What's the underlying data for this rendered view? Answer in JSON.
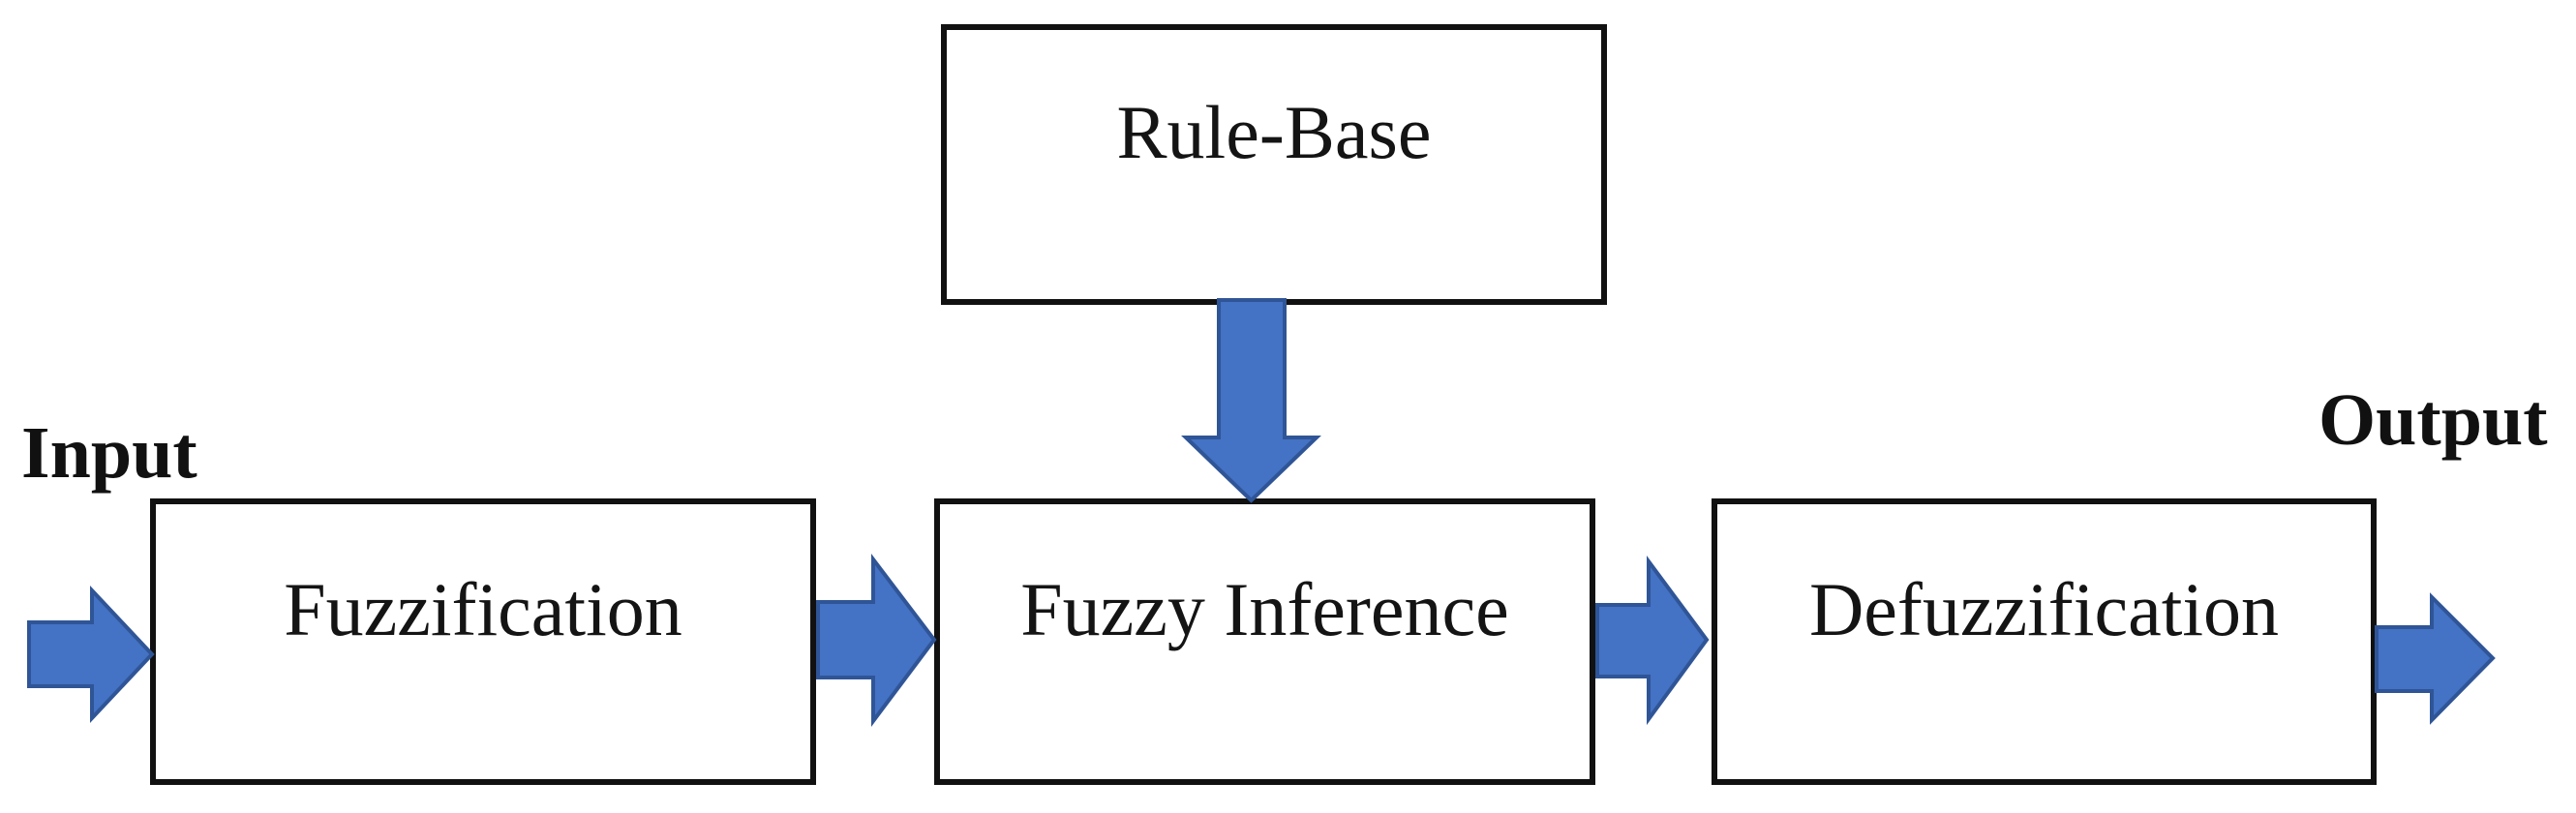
{
  "diagram": {
    "type": "flowchart",
    "description": "Fuzzy logic system block diagram",
    "nodes": {
      "rule_base": {
        "label": "Rule-Base"
      },
      "fuzzification": {
        "label": "Fuzzification"
      },
      "fuzzy_inference": {
        "label": "Fuzzy Inference"
      },
      "defuzzification": {
        "label": "Defuzzification"
      }
    },
    "io": {
      "input": "Input",
      "output": "Output"
    },
    "edges": [
      {
        "from": "input",
        "to": "fuzzification"
      },
      {
        "from": "fuzzification",
        "to": "fuzzy_inference"
      },
      {
        "from": "rule_base",
        "to": "fuzzy_inference"
      },
      {
        "from": "fuzzy_inference",
        "to": "defuzzification"
      },
      {
        "from": "defuzzification",
        "to": "output"
      }
    ],
    "colors": {
      "arrow_fill": "#4472C4",
      "arrow_stroke": "#2F5597",
      "box_border": "#111111",
      "text": "#141414",
      "background": "#FFFFFF"
    }
  }
}
